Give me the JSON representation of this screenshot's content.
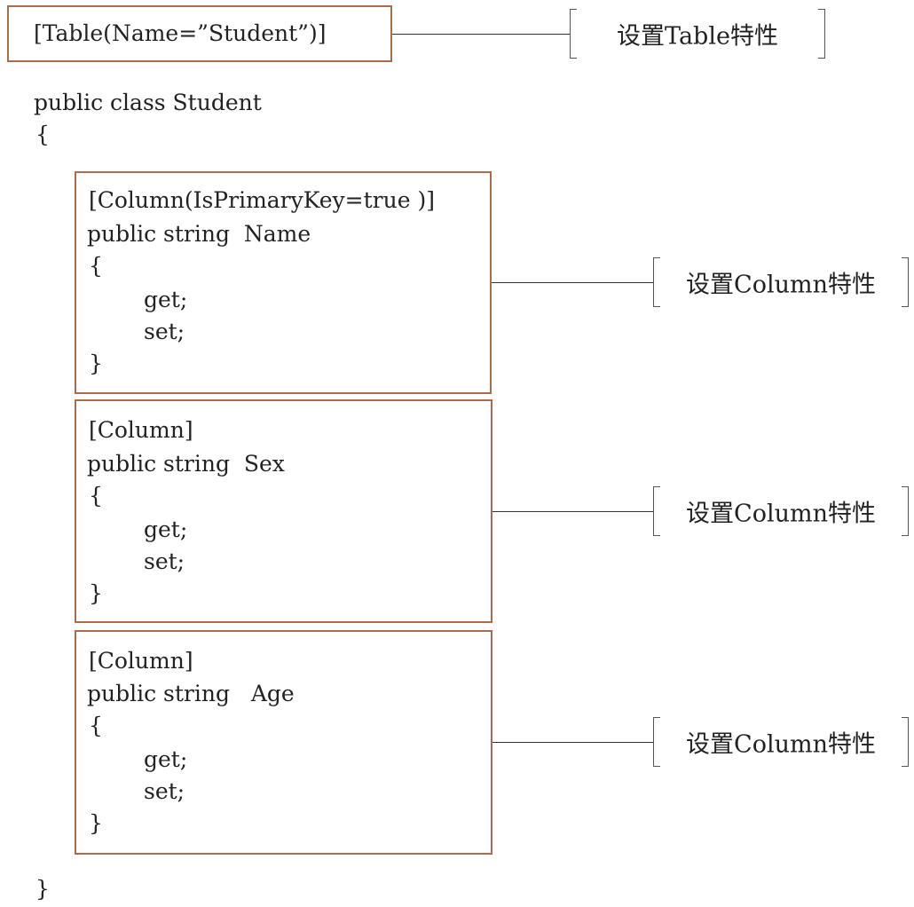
{
  "table_attribute": {
    "code": "[Table(Name=”Student”)]",
    "callout_label": "设置Table特性"
  },
  "class_declaration": {
    "line1": "public class Student",
    "open_brace": "{",
    "close_brace": "}"
  },
  "properties": [
    {
      "attribute": "[Column(IsPrimaryKey=true )]",
      "declaration": "public string  Name",
      "open_brace": "{",
      "getter": "get;",
      "setter": "set;",
      "close_brace": "}",
      "callout_label": "设置Column特性"
    },
    {
      "attribute": "[Column]",
      "declaration": "public string  Sex",
      "open_brace": "{",
      "getter": "get;",
      "setter": "set;",
      "close_brace": "}",
      "callout_label": "设置Column特性"
    },
    {
      "attribute": "[Column]",
      "declaration": "public string   Age",
      "open_brace": "{",
      "getter": "get;",
      "setter": "set;",
      "close_brace": "}",
      "callout_label": "设置Column特性"
    }
  ],
  "colors": {
    "box_border": "#b06a4a",
    "text": "#222222",
    "connector": "#333333"
  }
}
